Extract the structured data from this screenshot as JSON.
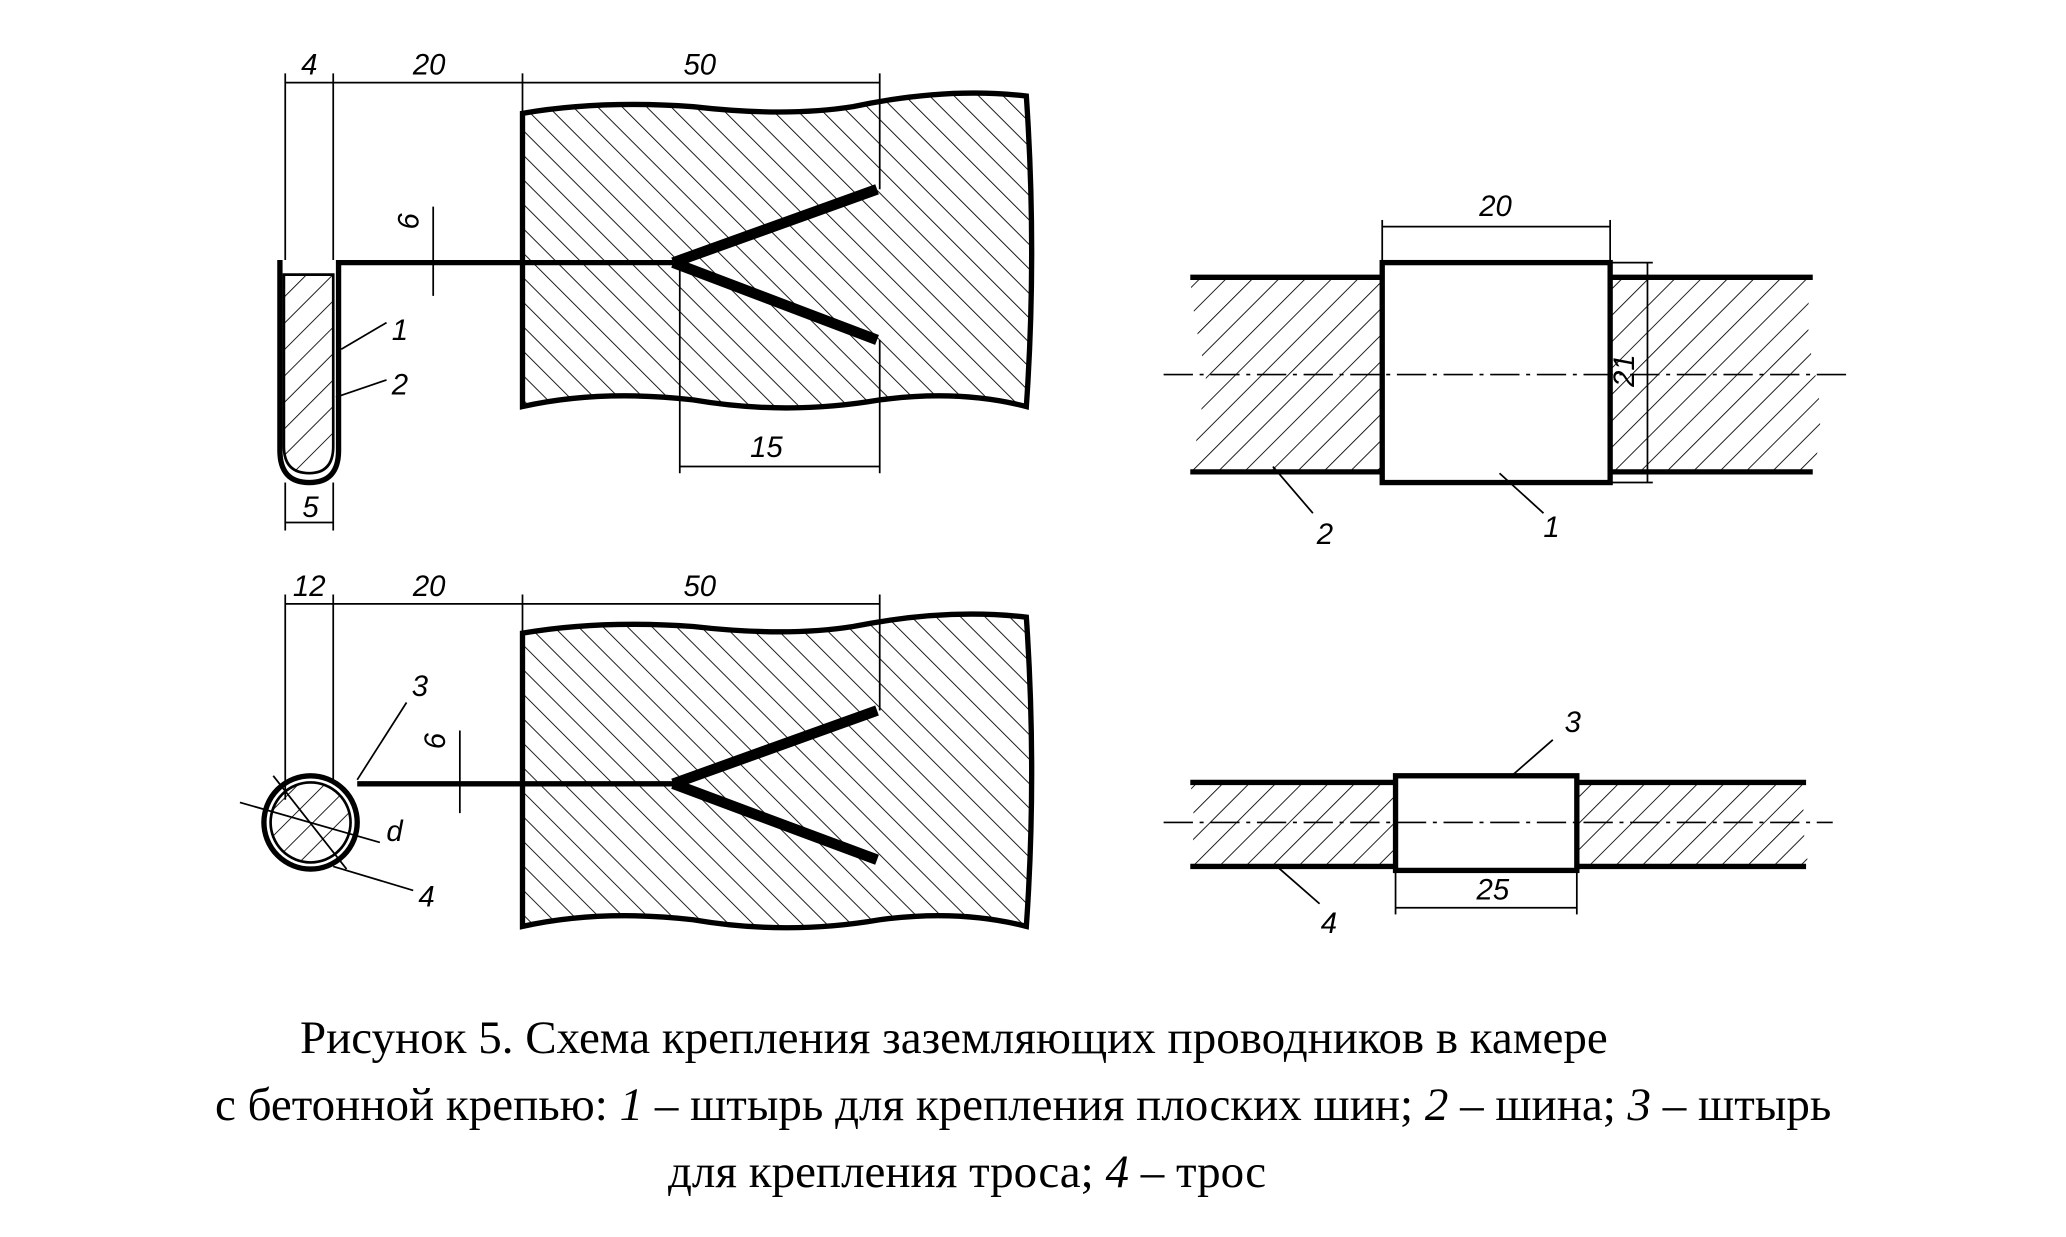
{
  "drawing": {
    "top_left": {
      "dims": [
        "4",
        "20",
        "50",
        "6",
        "15",
        "5"
      ],
      "callouts": [
        "1",
        "2"
      ]
    },
    "bottom_left": {
      "dims": [
        "12",
        "20",
        "50",
        "6"
      ],
      "callouts": [
        "3",
        "4"
      ],
      "diameter_label": "d"
    },
    "top_right": {
      "dims": [
        "20",
        "21"
      ],
      "callouts": [
        "2",
        "1"
      ]
    },
    "bottom_right": {
      "dims": [
        "25"
      ],
      "callouts": [
        "3",
        "4"
      ]
    }
  },
  "caption": {
    "line1": "Рисунок 5. Схема крепления заземляющих проводников в камере",
    "line2_a": "с бетонной крепью: ",
    "line2_n1": "1",
    "line2_b": " – штырь для крепления плоских шин; ",
    "line2_n2": "2",
    "line2_c": " – шина; ",
    "line2_n3": "3",
    "line2_d": " – штырь",
    "line3_a": "для крепления троса; ",
    "line3_n4": "4",
    "line3_b": " – трос"
  }
}
